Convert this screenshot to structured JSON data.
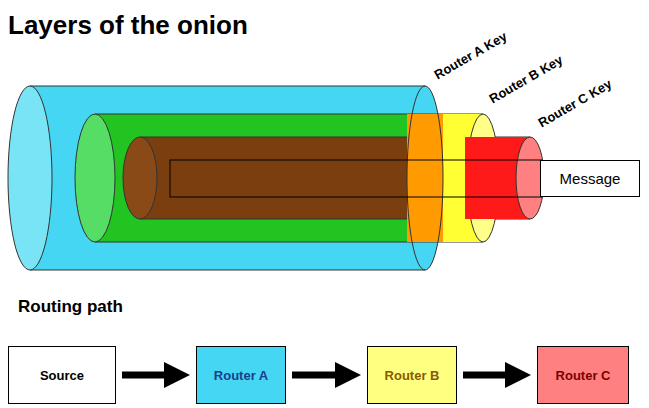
{
  "diagram": {
    "title": "Layers of the onion",
    "nodes": [
      {
        "text": [
          "Message"
        ]
      },
      {
        "text": [
          "Source"
        ]
      },
      {
        "text": [
          "Router A"
        ]
      },
      {
        "text": [
          "Router B"
        ]
      },
      {
        "text": [
          "Router C"
        ]
      }
    ],
    "edges": [
      {
        "from": 1,
        "to": 2,
        "arrow": "to"
      },
      {
        "from": 2,
        "to": 3,
        "arrow": "to"
      },
      {
        "from": 3,
        "to": 4,
        "arrow": "to"
      }
    ],
    "labels": [
      "Router A Key",
      "Router B Key",
      "Router C Key",
      "Routing path"
    ]
  }
}
